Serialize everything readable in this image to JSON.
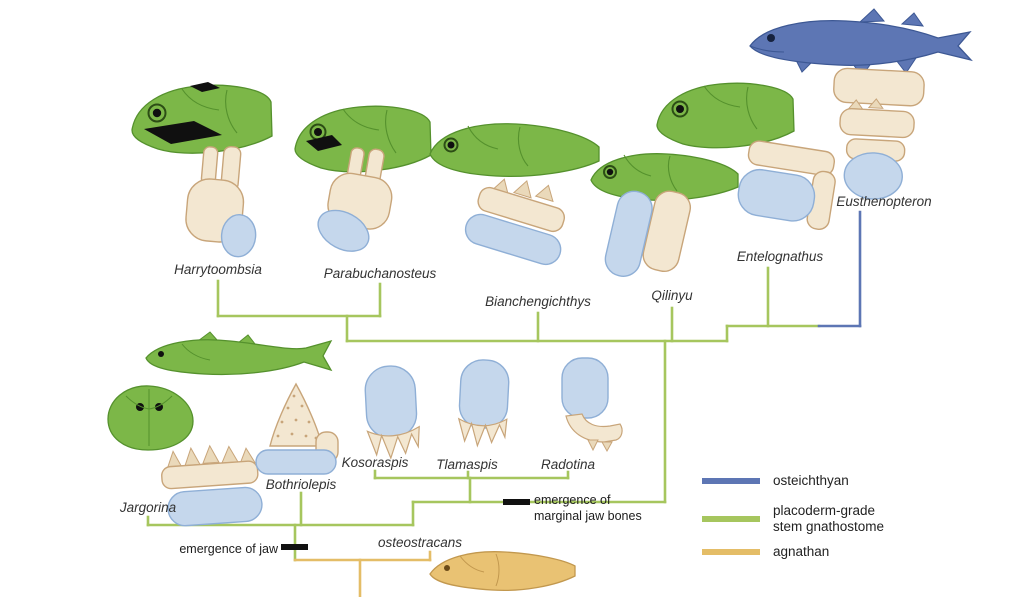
{
  "taxa": {
    "harrytoombsia": "Harrytoombsia",
    "parabuchanosteus": "Parabuchanosteus",
    "bianchengichthys": "Bianchengichthys",
    "qilinyu": "Qilinyu",
    "entelognathus": "Entelognathus",
    "eusthenopteron": "Eusthenopteron",
    "jargorina": "Jargorina",
    "bothriolepis": "Bothriolepis",
    "kosoraspis": "Kosoraspis",
    "tlamaspis": "Tlamaspis",
    "radotina": "Radotina",
    "osteostracans": "osteostracans"
  },
  "annotations": {
    "marginal_jaw_line1": "emergence of",
    "marginal_jaw_line2": "marginal jaw bones",
    "jaw": "emergence of jaw"
  },
  "legend": {
    "items": [
      {
        "label": "osteichthyan",
        "color": "#5d76b4"
      },
      {
        "label": "placoderm-grade stem gnathostome",
        "color": "#a6c65e"
      },
      {
        "label": "agnathan",
        "color": "#e4bd67"
      }
    ]
  },
  "colors": {
    "placoderm_fish_green": "#7cb748",
    "osteichthyan_blue": "#5d76b4",
    "agnathan_yellow": "#e9c273",
    "tree_green": "#a6c65e",
    "bone_beige": "#f3e7d1",
    "cartilage_blue": "#c5d7ec",
    "annotation_black": "#111111"
  }
}
